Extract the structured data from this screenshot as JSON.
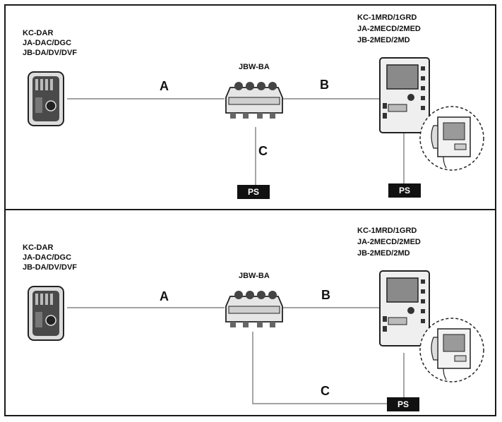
{
  "colors": {
    "line": "#6b6b6b",
    "ink": "#111111",
    "ps_bg": "#111111",
    "ps_fg": "#ffffff"
  },
  "diagrams": [
    {
      "door_station_labels": [
        "KC-DAR",
        "JA-DAC/DGC",
        "JB-DA/DV/DVF"
      ],
      "adaptor_label": "JBW-BA",
      "monitor_labels": [
        "KC-1MRD/1GRD",
        "JA-2MECD/2MED",
        "JB-2MED/2MD"
      ],
      "wire_a": "A",
      "wire_b": "B",
      "wire_c": "C",
      "ps_adaptor": "PS",
      "ps_monitor": "PS"
    },
    {
      "door_station_labels": [
        "KC-DAR",
        "JA-DAC/DGC",
        "JB-DA/DV/DVF"
      ],
      "adaptor_label": "JBW-BA",
      "monitor_labels": [
        "KC-1MRD/1GRD",
        "JA-2MECD/2MED",
        "JB-2MED/2MD"
      ],
      "wire_a": "A",
      "wire_b": "B",
      "wire_c": "C",
      "ps_monitor": "PS"
    }
  ]
}
